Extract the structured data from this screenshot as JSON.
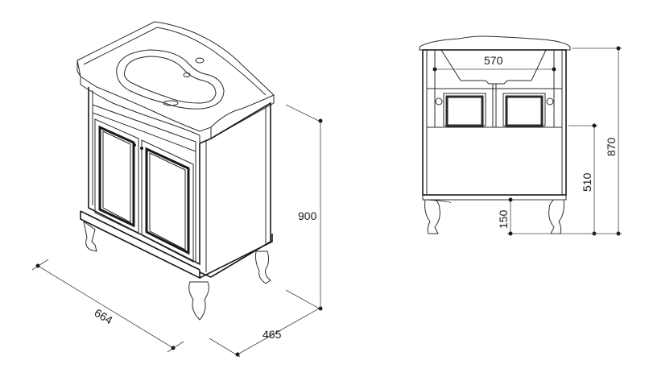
{
  "dimensions": {
    "width": "664",
    "depth": "465",
    "height": "900",
    "basin_width": "570",
    "total_height_side": "870",
    "cabinet_height": "510",
    "leg_height": "150"
  },
  "colors": {
    "line": "#2b2b2b",
    "background": "#ffffff",
    "panel_shade": "#3a3a3a"
  }
}
